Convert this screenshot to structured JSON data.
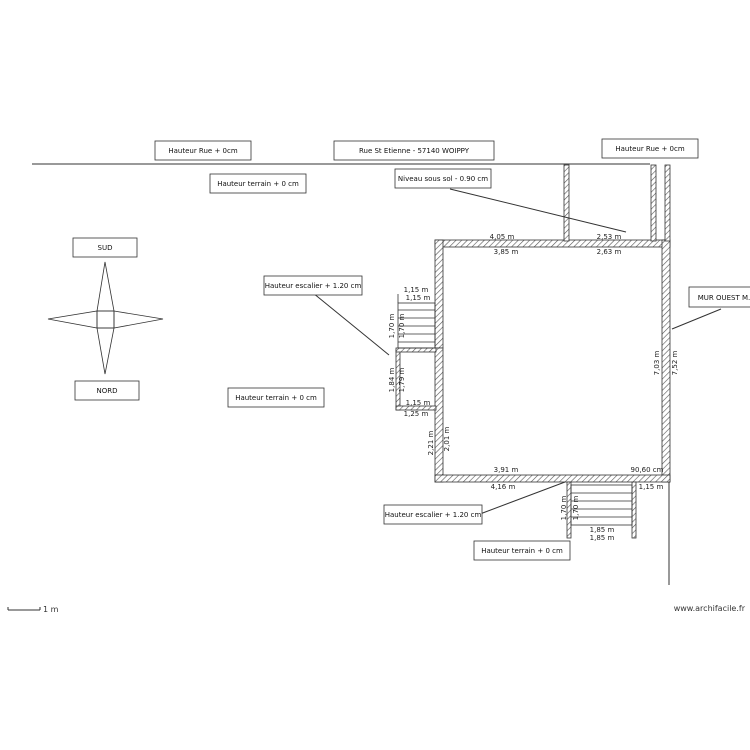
{
  "labels": {
    "street_height_left": "Hauteur Rue + 0cm",
    "street_name": "Rue St Etienne - 57140 WOIPPY",
    "street_height_right": "Hauteur Rue + 0cm",
    "terrain_top": "Hauteur terrain + 0 cm",
    "basement_level": "Niveau sous sol - 0.90 cm",
    "south": "SUD",
    "north": "NORD",
    "stair_height_top": "Hauteur escalier + 1.20 cm",
    "terrain_middle": "Hauteur terrain + 0 cm",
    "wall_west": "MUR OUEST M.",
    "stair_height_bottom": "Hauteur escalier + 1.20 cm",
    "terrain_bottom": "Hauteur terrain + 0 cm"
  },
  "dimensions": {
    "top_outer_left": "4,05 m",
    "top_inner_left": "3,85 m",
    "top_outer_right": "2,53 m",
    "top_inner_right": "2,63 m",
    "stair_top_outer": "1,15 m",
    "stair_top_inner": "1,15 m",
    "stair_top_v1": "1,70 m",
    "stair_top_v2": "1,70 m",
    "lower_left_v1": "1,84 m",
    "lower_left_v2": "1,79 m",
    "lower_left_b1": "1,15 m",
    "lower_left_b2": "1,25 m",
    "left_v1": "2,21 m",
    "left_v2": "2,01 m",
    "right_v1": "7,03 m",
    "right_v2": "7,52 m",
    "bottom_inner": "3,91 m",
    "bottom_outer": "4,16 m",
    "bottom_right_small": "90,60 cm",
    "bottom_right_ext": "1,15 m",
    "stair_bottom_v1": "1,70 m",
    "stair_bottom_v2": "1,70 m",
    "stair_bottom_b1": "1,85 m",
    "stair_bottom_b2": "1,85 m"
  },
  "scale": {
    "label": "1 m"
  },
  "footer": {
    "watermark": "www.archifacile.fr"
  },
  "colors": {
    "line": "#333333",
    "hatch": "#555555",
    "text": "#222222"
  }
}
